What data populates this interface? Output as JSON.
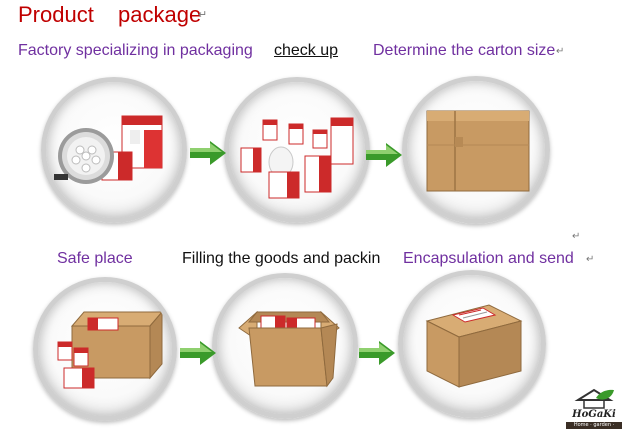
{
  "title": {
    "word1": "Product",
    "word2": "package",
    "mark": "↵"
  },
  "row1": {
    "labels": [
      {
        "text": "Factory specializing in packaging"
      },
      {
        "text": "check up"
      },
      {
        "text": "Determine the carton size",
        "mark": "↵"
      }
    ]
  },
  "row2": {
    "labels": [
      {
        "text": "Safe place"
      },
      {
        "text": "Filling the goods and packin"
      },
      {
        "text": "Encapsulation and send",
        "mark": "↵"
      }
    ],
    "extra_mark": "↵"
  },
  "steps": [
    {
      "image": "led-downlight-and-boxes"
    },
    {
      "image": "boxed-bulbs-cluster"
    },
    {
      "image": "carton-box-closed"
    },
    {
      "image": "carton-with-product-boxes"
    },
    {
      "image": "open-carton-filled"
    },
    {
      "image": "sealed-carton-with-label"
    }
  ],
  "logo": {
    "name": "HoGaKi",
    "tagline": "Home · garden · kitchen"
  },
  "colors": {
    "title": "#c00000",
    "label_purple": "#7030a0",
    "label_black": "#111111",
    "arrow": "#3a9a2a",
    "carton": "#c89a63"
  }
}
